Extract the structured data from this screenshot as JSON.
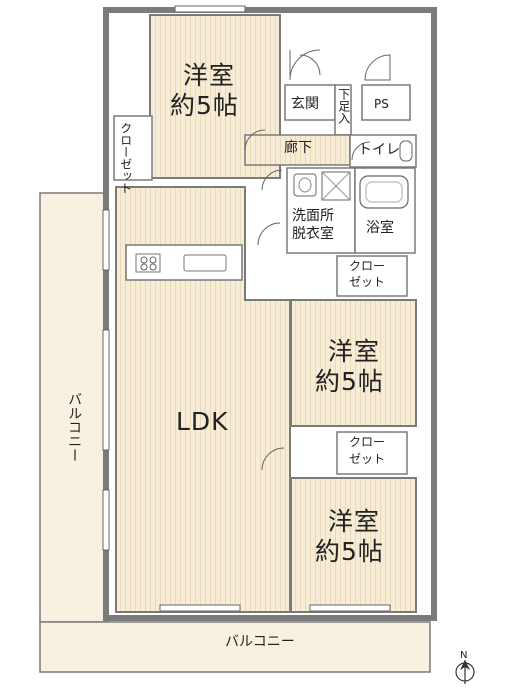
{
  "colors": {
    "room_fill": "#f7ecd6",
    "stripe": "#ead8b8",
    "balcony_fill": "#f7f1e1",
    "wall": "#7a7a7a",
    "wet_fill": "#ffffff"
  },
  "rooms": {
    "yoshitsu_top_name": "洋室",
    "yoshitsu_top_size": "約5帖",
    "closet_left": "クローゼット",
    "genkan": "玄関",
    "getabako": "下足入",
    "ps": "PS",
    "rouka": "廊下",
    "toilet": "トイレ",
    "senmen_line1": "洗面所",
    "senmen_line2": "脱衣室",
    "yokushitsu": "浴室",
    "closet_mid_line1": "クロー",
    "closet_mid_line2": "ゼット",
    "yoshitsu_mid_name": "洋室",
    "yoshitsu_mid_size": "約5帖",
    "ldk": "LDK",
    "closet_low_line1": "クロー",
    "closet_low_line2": "ゼット",
    "yoshitsu_low_name": "洋室",
    "yoshitsu_low_size": "約5帖",
    "balcony_side": "バルコニー",
    "balcony_bottom": "バルコニー",
    "north": "N"
  },
  "icons": [
    "stove-icon",
    "sink-icon",
    "washbasin-icon",
    "washer-pan-icon",
    "bathtub-icon",
    "toilet-icon",
    "north-arrow-icon"
  ]
}
